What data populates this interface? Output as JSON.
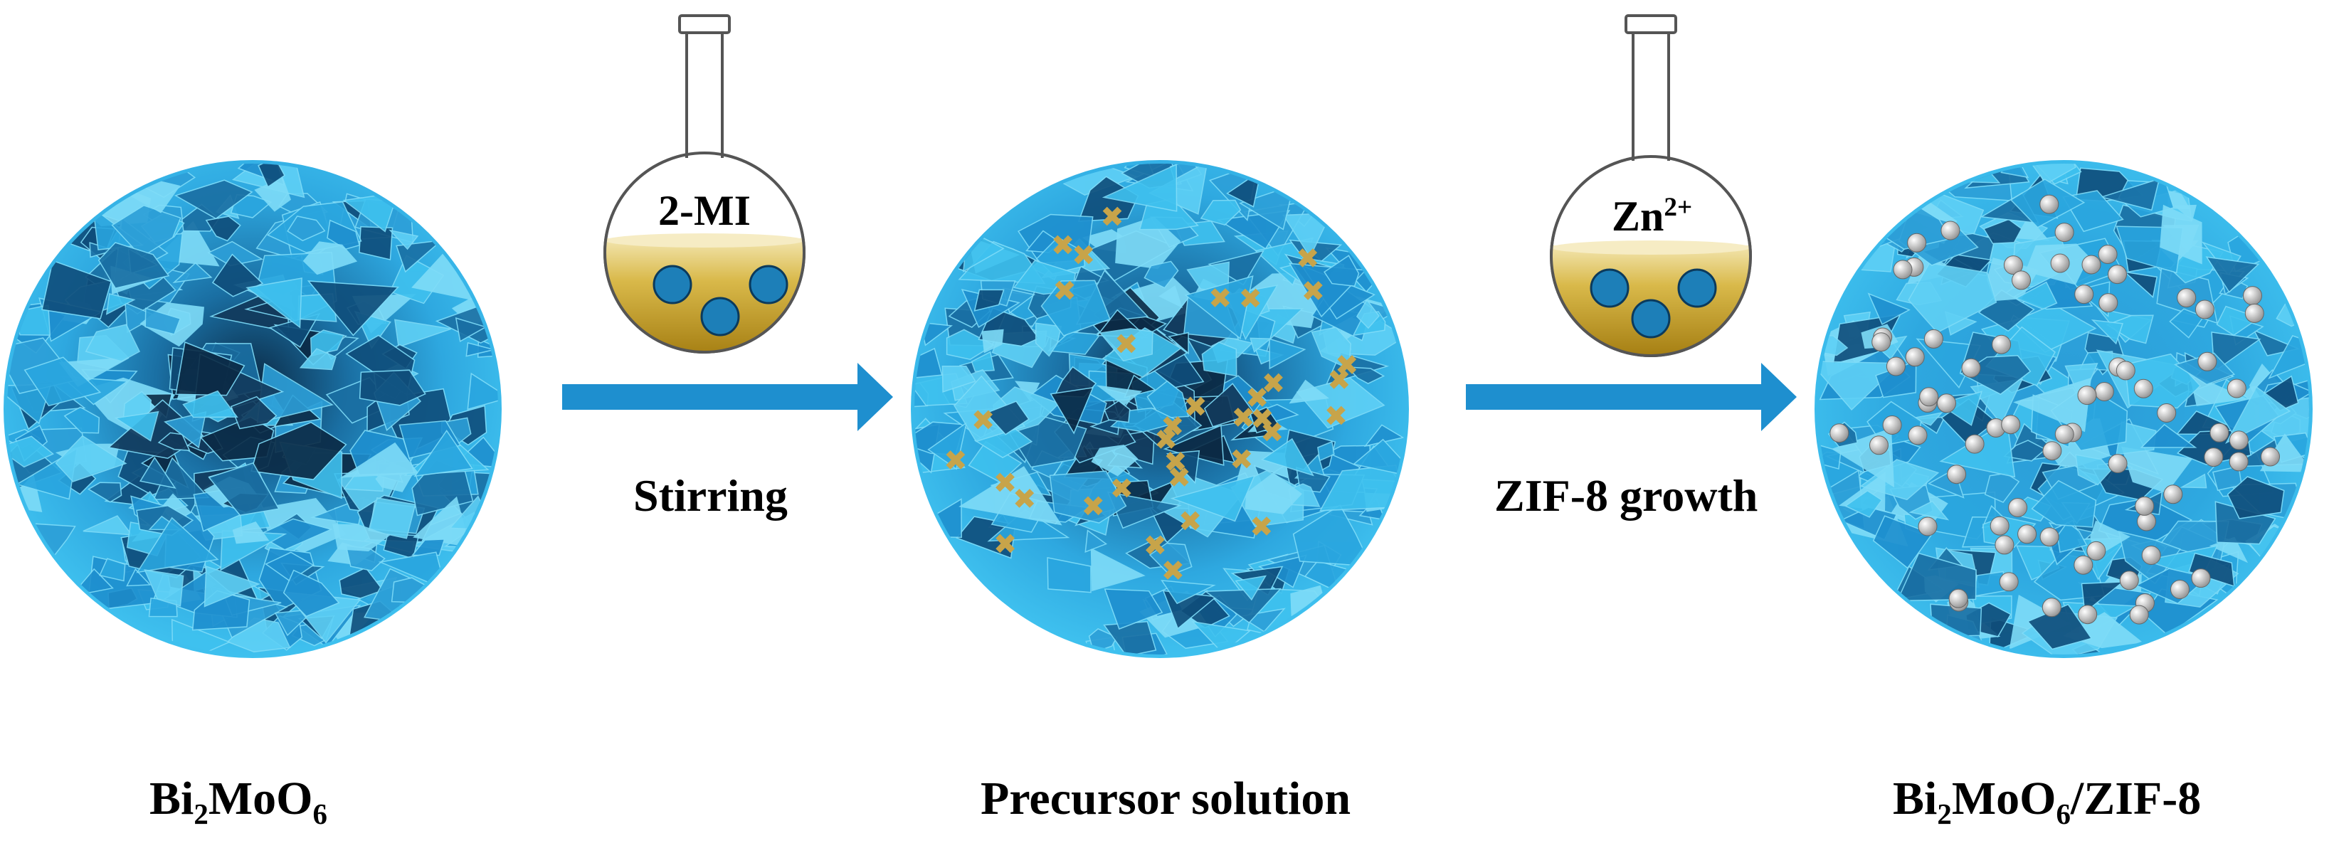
{
  "stages": [
    {
      "id": "bi2moo6",
      "label_main": "Bi",
      "label_sub1": "2",
      "label_mid": "MoO",
      "label_sub2": "6",
      "label_tail": ""
    },
    {
      "id": "precursor",
      "label": "Precursor solution"
    },
    {
      "id": "composite",
      "label_main": "Bi",
      "label_sub1": "2",
      "label_mid": "MoO",
      "label_sub2": "6",
      "label_tail": "/ZIF-8"
    }
  ],
  "steps": [
    {
      "id": "stirring",
      "label": "Stirring",
      "flask_text": "2-MI",
      "flask_sup": ""
    },
    {
      "id": "zif-growth",
      "label": "ZIF-8 growth",
      "flask_text": "Zn",
      "flask_sup": "2+"
    }
  ],
  "colors": {
    "sphere_light": "#3fc1ef",
    "sphere_mid": "#1a8fc8",
    "sphere_dark": "#0b2a45",
    "arrow": "#1e8fcf",
    "liquid_top": "#e9d89a",
    "liquid_bottom": "#b38a16",
    "cross_marker": "#c7a44a",
    "bead": "#e6e6e6"
  }
}
